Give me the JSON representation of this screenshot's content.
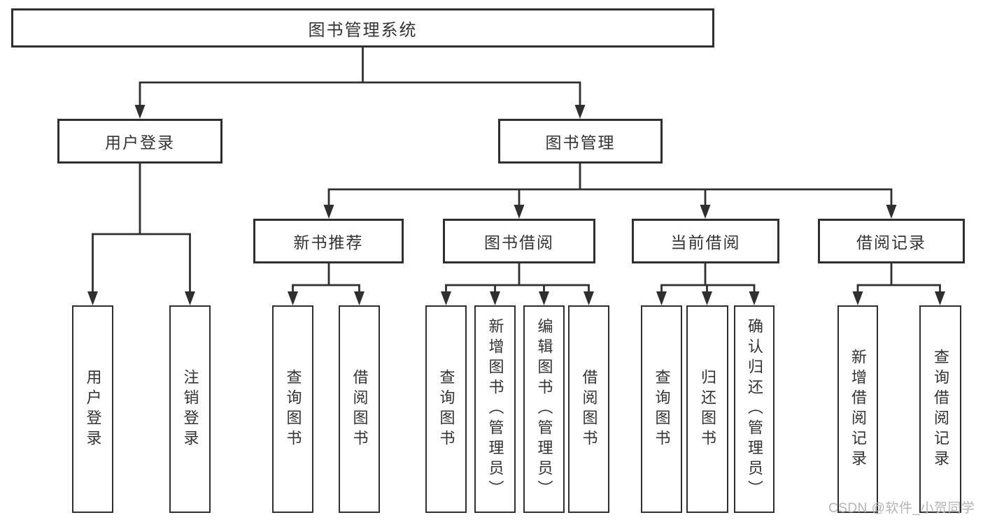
{
  "colors": {
    "line": "#2f2f2f",
    "box_border": "#2f2f2f",
    "text": "#333333",
    "background": "#ffffff",
    "watermark": "#b5b5b5"
  },
  "tree": {
    "label": "图书管理系统",
    "children": [
      {
        "label": "用户登录",
        "children": [
          {
            "label": "用户登录"
          },
          {
            "label": "注销登录"
          }
        ]
      },
      {
        "label": "图书管理",
        "children": [
          {
            "label": "新书推荐",
            "children": [
              {
                "label": "查询图书"
              },
              {
                "label": "借阅图书"
              }
            ]
          },
          {
            "label": "图书借阅",
            "children": [
              {
                "label": "查询图书"
              },
              {
                "label": "新增图书（管理员）"
              },
              {
                "label": "编辑图书（管理员）"
              },
              {
                "label": "借阅图书"
              }
            ]
          },
          {
            "label": "当前借阅",
            "children": [
              {
                "label": "查询图书"
              },
              {
                "label": "归还图书"
              },
              {
                "label": "确认归还（管理员）"
              }
            ]
          },
          {
            "label": "借阅记录",
            "children": [
              {
                "label": "新增借阅记录"
              },
              {
                "label": "查询借阅记录"
              }
            ]
          }
        ]
      }
    ]
  },
  "watermark": {
    "text": "CSDN @软件_小贺同学"
  }
}
